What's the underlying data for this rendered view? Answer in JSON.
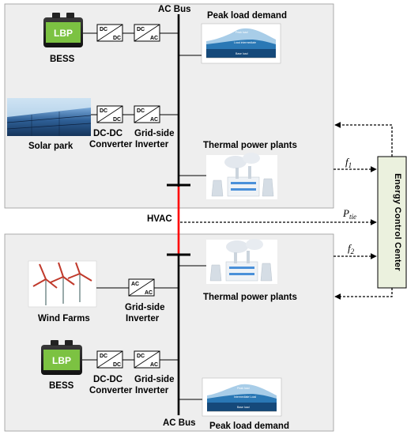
{
  "labels": {
    "ac_bus_top": "AC Bus",
    "ac_bus_bottom": "AC Bus",
    "peak_top": "Peak load demand",
    "peak_bottom": "Peak load demand",
    "bess_top": "BESS",
    "bess_bottom": "BESS",
    "solar": "Solar park",
    "dcdc_top_1": "DC-DC",
    "dcdc_top_2": "Converter",
    "inv_top_1": "Grid-side",
    "inv_top_2": "Inverter",
    "thermal_top": "Thermal power plants",
    "thermal_bottom": "Thermal power plants",
    "hvac": "HVAC",
    "wind": "Wind Farms",
    "inv_wind_1": "Grid-side",
    "inv_wind_2": "Inverter",
    "dcdc_bot_1": "DC-DC",
    "dcdc_bot_2": "Converter",
    "inv_bot_1": "Grid-side",
    "inv_bot_2": "Inverter",
    "ecc": "Energy Control Center",
    "f1": "f",
    "f1_sub": "1",
    "f2": "f",
    "f2_sub": "2",
    "ptie": "P",
    "ptie_sub": "tie"
  },
  "converters": {
    "dc": "DC",
    "ac": "AC"
  },
  "battery_brand": "LBP",
  "peak_chart": {
    "top_bands": [
      "Peak load",
      "Load intermediate",
      "Base load"
    ],
    "bottom_bands": [
      "Peak load",
      "Intermediate Load",
      "Base load"
    ]
  },
  "colors": {
    "panel": "#eeeeee",
    "tie_line": "#ff0000",
    "ecc_fill": "#ebf1de",
    "battery_green": "#7cc242"
  }
}
